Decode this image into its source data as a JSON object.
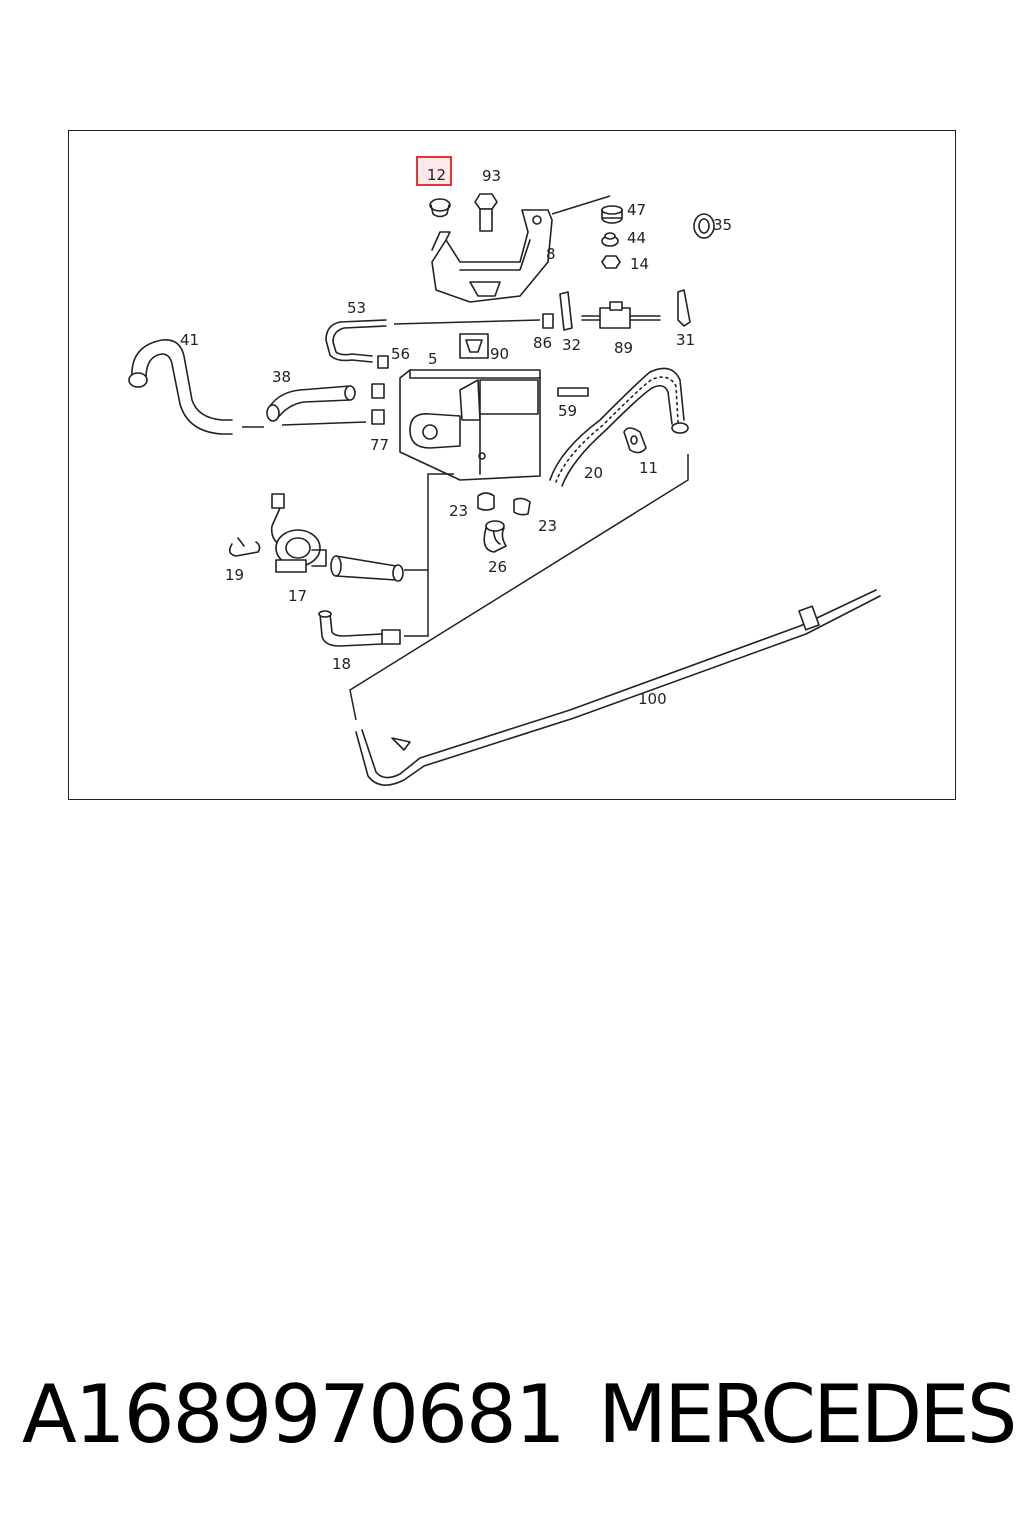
{
  "diagram": {
    "highlighted_label": "12",
    "highlight_color": "#e02020",
    "highlight_fill": "#fde8ec",
    "labels": {
      "l12": "12",
      "l93": "93",
      "l47": "47",
      "l44": "44",
      "l14": "14",
      "l35": "35",
      "l8": "8",
      "l53": "53",
      "l41": "41",
      "l56": "56",
      "l5": "5",
      "l90": "90",
      "l86": "86",
      "l32": "32",
      "l89": "89",
      "l31": "31",
      "l38": "38",
      "l59": "59",
      "l77": "77",
      "l20": "20",
      "l11": "11",
      "l23a": "23",
      "l23b": "23",
      "l26": "26",
      "l19": "19",
      "l17": "17",
      "l18": "18",
      "l100": "100"
    }
  },
  "footer": {
    "part_number": "A1689970681",
    "brand": "MERCEDES"
  }
}
